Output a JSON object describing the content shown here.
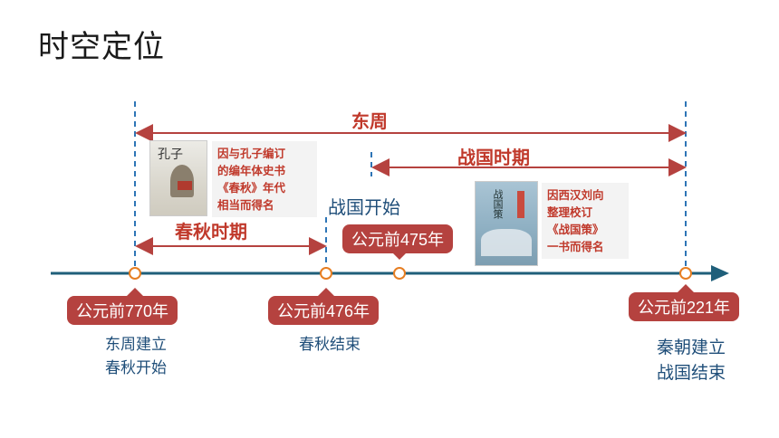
{
  "title": "时空定位",
  "periods": {
    "dongzhou": "东周",
    "zhanguo": "战国时期",
    "chunqiu": "春秋时期",
    "zhanguo_start": "战国开始"
  },
  "dates": {
    "d770": "公元前770年",
    "d476": "公元前476年",
    "d475": "公元前475年",
    "d221": "公元前221年"
  },
  "events": {
    "e770_line1": "东周建立",
    "e770_line2": "春秋开始",
    "e476": "春秋结束",
    "e221_line1": "秦朝建立",
    "e221_line2": "战国结束"
  },
  "notes": {
    "chunqiu_note": [
      "因与孔子编订",
      "的编年体史书",
      "《春秋》年代",
      "相当而得名"
    ],
    "zhanguoce_note": [
      "因西汉刘向",
      "整理校订",
      "《战国策》",
      "一书而得名"
    ]
  },
  "colors": {
    "axis": "#1f5f7a",
    "arrow_red": "#b5423f",
    "dash_blue": "#2e75b6",
    "marker": "#e67e22",
    "pill": "#b5423f"
  }
}
